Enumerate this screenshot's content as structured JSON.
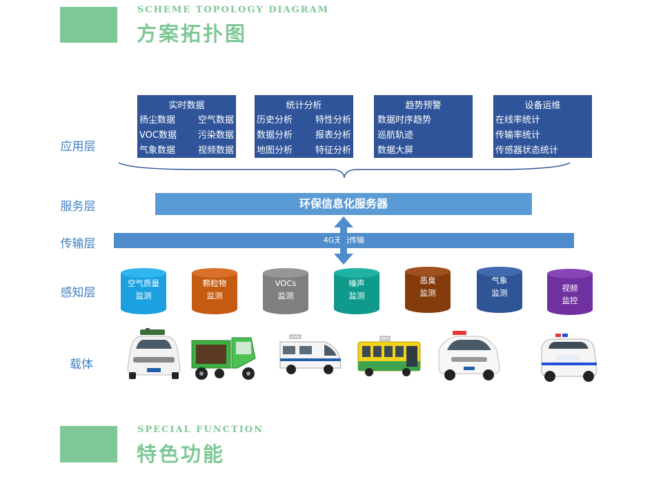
{
  "header_top": {
    "en": "SCHEME TOPOLOGY DIAGRAM",
    "cn": "方案拓扑图"
  },
  "header_bottom": {
    "en": "SPECIAL FUNCTION",
    "cn": "特色功能"
  },
  "layers": {
    "application": "应用层",
    "service": "服务层",
    "transport": "传输层",
    "perception": "感知层",
    "carrier": "载体"
  },
  "app_boxes": [
    {
      "title": "实时数据",
      "items": [
        "扬尘数据",
        "空气数据",
        "VOC数据",
        "污染数据",
        "气象数据",
        "视频数据"
      ]
    },
    {
      "title": "统计分析",
      "items": [
        "历史分析",
        "特性分析",
        "数据分析",
        "报表分析",
        "地图分析",
        "特征分析"
      ]
    },
    {
      "title": "趋势预警",
      "items": [
        "数据时序趋势",
        "巡航轨迹",
        "数据大屏"
      ]
    },
    {
      "title": "设备运维",
      "items": [
        "在线率统计",
        "传输率统计",
        "传感器状态统计"
      ]
    }
  ],
  "server_label": "环保信息化服务器",
  "transport_label": "4G无线传输",
  "sensors": [
    {
      "lines": [
        "空气质量",
        "监测"
      ],
      "color": "#1ba1e2",
      "top_color": "#2fb6f0"
    },
    {
      "lines": [
        "颗粒物",
        "监测"
      ],
      "color": "#c55a11",
      "top_color": "#d8702a"
    },
    {
      "lines": [
        "VOCs",
        "监测"
      ],
      "color": "#7f7f7f",
      "top_color": "#969696"
    },
    {
      "lines": [
        "噪声",
        "监测"
      ],
      "color": "#0f9a8c",
      "top_color": "#20b3a3"
    },
    {
      "lines": [
        "恶臭",
        "监测"
      ],
      "color": "#843c0c",
      "top_color": "#a0501c"
    },
    {
      "lines": [
        "气象",
        "监测"
      ],
      "color": "#2f5597",
      "top_color": "#4169ae"
    },
    {
      "lines": [
        "视频",
        "监控"
      ],
      "color": "#7030a0",
      "top_color": "#8746b8"
    }
  ],
  "vehicles": [
    {
      "icon": "suv-icon",
      "body": "#f2f2f2"
    },
    {
      "icon": "electric-tricycle-icon",
      "body": "#3cb043"
    },
    {
      "icon": "van-icon",
      "body": "#f5f5f5"
    },
    {
      "icon": "bus-icon",
      "body": "#f1d21c"
    },
    {
      "icon": "mpv-icon",
      "body": "#f7f7f7"
    },
    {
      "icon": "sedan-icon",
      "body": "#f7f7f7"
    },
    {
      "icon": "patrol-car-icon",
      "body": "#f5f5f5"
    }
  ]
}
